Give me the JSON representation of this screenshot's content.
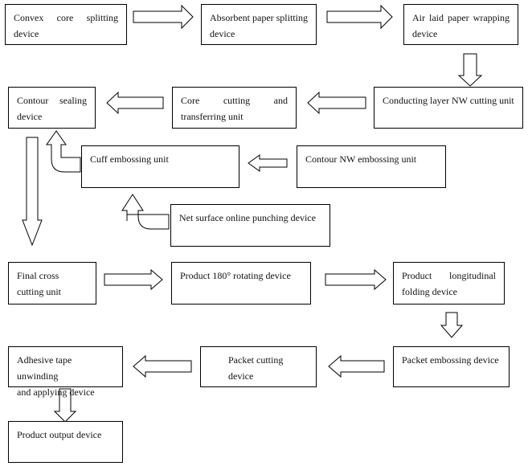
{
  "boxes": {
    "convex_core_splitting": {
      "line1": "Convex core splitting",
      "line2": "device"
    },
    "absorbent_paper_splitting": {
      "line1": "Absorbent paper splitting",
      "line2": "device"
    },
    "air_laid_paper_wrapping": {
      "line1": "Air laid paper wrapping",
      "line2": "device"
    },
    "contour_sealing": {
      "line1": "Contour sealing",
      "line2": "device"
    },
    "core_cutting_transferring": {
      "line1": "Core cutting and",
      "line2": "transferring unit"
    },
    "conducting_layer_nw_cutting": {
      "line1": "Conducting layer NW cutting unit"
    },
    "cuff_embossing": {
      "line1": "Cuff embossing unit"
    },
    "contour_nw_embossing": {
      "line1": "Contour NW embossing unit"
    },
    "net_surface_punching": {
      "line1": "Net surface online punching device"
    },
    "final_cross_cutting": {
      "line1": "Final cross",
      "line2": "cutting unit"
    },
    "product_rotating": {
      "line1": "Product 180° rotating device"
    },
    "product_longitudinal_folding": {
      "line1": "Product longitudinal",
      "line2": "folding device"
    },
    "adhesive_tape": {
      "line1": "Adhesive tape unwinding",
      "line2": "and applying device"
    },
    "packet_cutting": {
      "line1": "Packet cutting",
      "line2": "device"
    },
    "packet_embossing": {
      "line1": "Packet embossing device"
    },
    "product_output": {
      "line1": "Product output device"
    }
  }
}
